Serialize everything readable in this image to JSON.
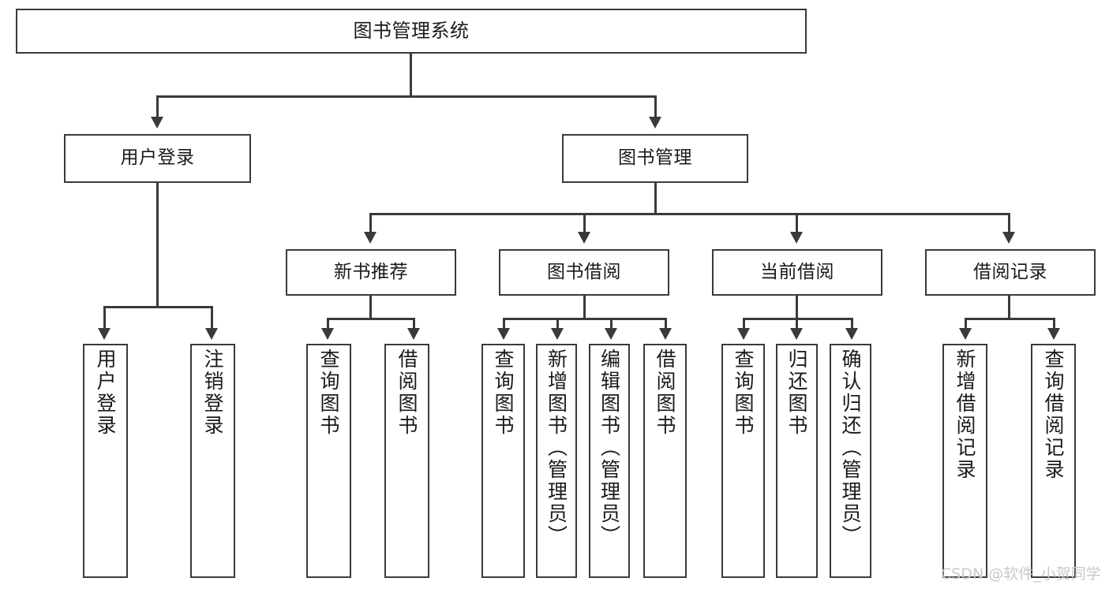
{
  "diagram": {
    "title": "图书管理系统",
    "type": "hierarchy-tree",
    "levels": 4,
    "root": {
      "id": "root",
      "label": "图书管理系统"
    },
    "level1": [
      {
        "id": "user-login",
        "label": "用户登录"
      },
      {
        "id": "book-management",
        "label": "图书管理"
      }
    ],
    "level2": [
      {
        "id": "new-book-recommend",
        "label": "新书推荐",
        "parent": "book-management"
      },
      {
        "id": "book-borrow",
        "label": "图书借阅",
        "parent": "book-management"
      },
      {
        "id": "current-borrow",
        "label": "当前借阅",
        "parent": "book-management"
      },
      {
        "id": "borrow-record",
        "label": "借阅记录",
        "parent": "book-management"
      }
    ],
    "leaves": {
      "user_login": [
        {
          "id": "leaf-user-login",
          "label": "用户登录"
        },
        {
          "id": "leaf-user-logout",
          "label": "注销登录"
        }
      ],
      "new_book_recommend": [
        {
          "id": "leaf-query-book-1",
          "label": "查询图书"
        },
        {
          "id": "leaf-borrow-book-1",
          "label": "借阅图书"
        }
      ],
      "book_borrow": [
        {
          "id": "leaf-query-book-2",
          "label": "查询图书"
        },
        {
          "id": "leaf-add-book",
          "label": "新增图书（管理员）"
        },
        {
          "id": "leaf-edit-book",
          "label": "编辑图书（管理员）"
        },
        {
          "id": "leaf-borrow-book-2",
          "label": "借阅图书"
        }
      ],
      "current_borrow": [
        {
          "id": "leaf-query-book-3",
          "label": "查询图书"
        },
        {
          "id": "leaf-return-book",
          "label": "归还图书"
        },
        {
          "id": "leaf-confirm-return",
          "label": "确认归还（管理员）"
        }
      ],
      "borrow_record": [
        {
          "id": "leaf-add-record",
          "label": "新增借阅记录"
        },
        {
          "id": "leaf-query-record",
          "label": "查询借阅记录"
        }
      ]
    }
  },
  "watermark": {
    "text": "CSDN @软件_小贺同学"
  },
  "colors": {
    "stroke": "#3a3a3a",
    "text": "#1a1a1a",
    "background": "#ffffff",
    "watermark": "#c8c8c8"
  }
}
